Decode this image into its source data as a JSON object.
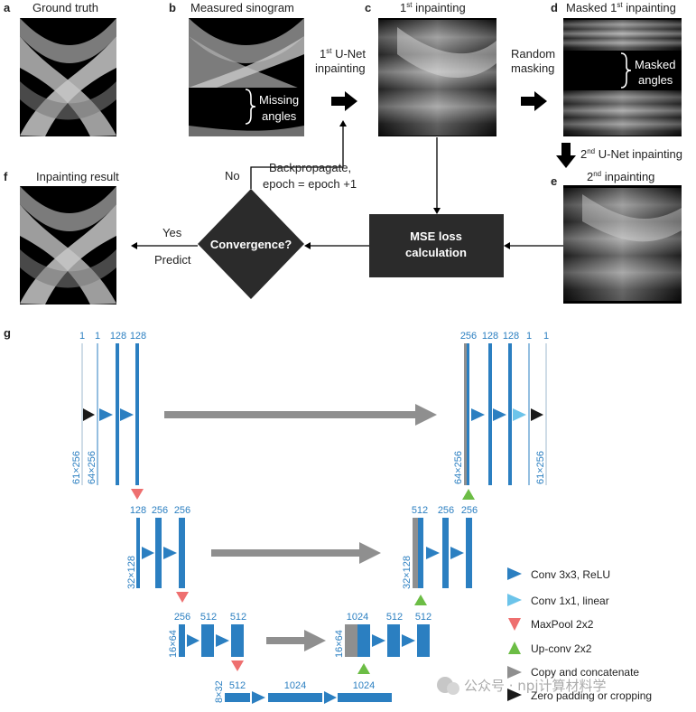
{
  "top": {
    "panels": {
      "a": {
        "letter": "a",
        "title": "Ground truth"
      },
      "b": {
        "letter": "b",
        "title": "Measured sinogram",
        "bracket_label_1": "Missing",
        "bracket_label_2": "angles"
      },
      "c": {
        "letter": "c",
        "title_sup": "st",
        "title_num": "1",
        "title_rest": " inpainting"
      },
      "d": {
        "letter": "d",
        "title_pre": "Masked 1",
        "title_sup": "st",
        "title_rest": " inpainting",
        "bracket_label_1": "Masked",
        "bracket_label_2": "angles"
      },
      "e": {
        "letter": "e",
        "title_num": "2",
        "title_sup": "nd",
        "title_rest": " inpainting"
      },
      "f": {
        "letter": "f",
        "title": "Inpainting result"
      }
    },
    "arrows": {
      "unet1_num": "1",
      "unet1_sup": "st",
      "unet1_rest": " U-Net",
      "unet1_line2": "inpainting",
      "random_1": "Random",
      "random_2": "masking",
      "unet2_num": "2",
      "unet2_sup": "nd",
      "unet2_rest": " U-Net inpainting",
      "backprop_1": "Backpropagate,",
      "backprop_2": "epoch = epoch +1",
      "no": "No",
      "yes": "Yes",
      "predict": "Predict"
    },
    "boxes": {
      "mse_1": "MSE loss",
      "mse_2": "calculation",
      "convergence": "Convergence?"
    }
  },
  "unet": {
    "letter": "g",
    "level1": {
      "enc_channels": [
        "1",
        "1",
        "128",
        "128"
      ],
      "dec_channels": [
        "256",
        "128",
        "128",
        "1",
        "1"
      ],
      "dim_in": "61×256",
      "dim_pad": "64×256",
      "dim_dec": "64×256",
      "dim_out": "61×256"
    },
    "level2": {
      "enc_channels": [
        "128",
        "256",
        "256"
      ],
      "dec_channels": [
        "512",
        "256",
        "256"
      ],
      "dim_enc": "32×128",
      "dim_dec": "32×128"
    },
    "level3": {
      "enc_channels": [
        "256",
        "512",
        "512"
      ],
      "dec_channels": [
        "1024",
        "512",
        "512"
      ],
      "dim_enc": "16×64",
      "dim_dec": "16×64"
    },
    "level4": {
      "channels": [
        "512",
        "1024",
        "1024"
      ],
      "dim": "8×32"
    }
  },
  "legend": [
    {
      "label": "Conv 3x3, ReLU",
      "color": "#2b7fc1",
      "shape": "arrow-right"
    },
    {
      "label": "Conv 1x1, linear",
      "color": "#6cc4ea",
      "shape": "arrow-right"
    },
    {
      "label": "MaxPool 2x2",
      "color": "#ee6f6f",
      "shape": "arrow-down"
    },
    {
      "label": "Up-conv 2x2",
      "color": "#6cbd45",
      "shape": "arrow-up"
    },
    {
      "label": "Copy and concatenate",
      "color": "#8f8f8f",
      "shape": "arrow-right"
    },
    {
      "label": "Zero padding or cropping",
      "color": "#1a1a1a",
      "shape": "arrow-right"
    }
  ],
  "watermark": "公众号 · npj计算材料学",
  "colors": {
    "blue": "#2b7fc1",
    "light_blue": "#6cc4ea",
    "red": "#ee6f6f",
    "green": "#6cbd45",
    "gray": "#8f8f8f",
    "dark": "#1a1a1a",
    "box": "#2b2b2b"
  }
}
